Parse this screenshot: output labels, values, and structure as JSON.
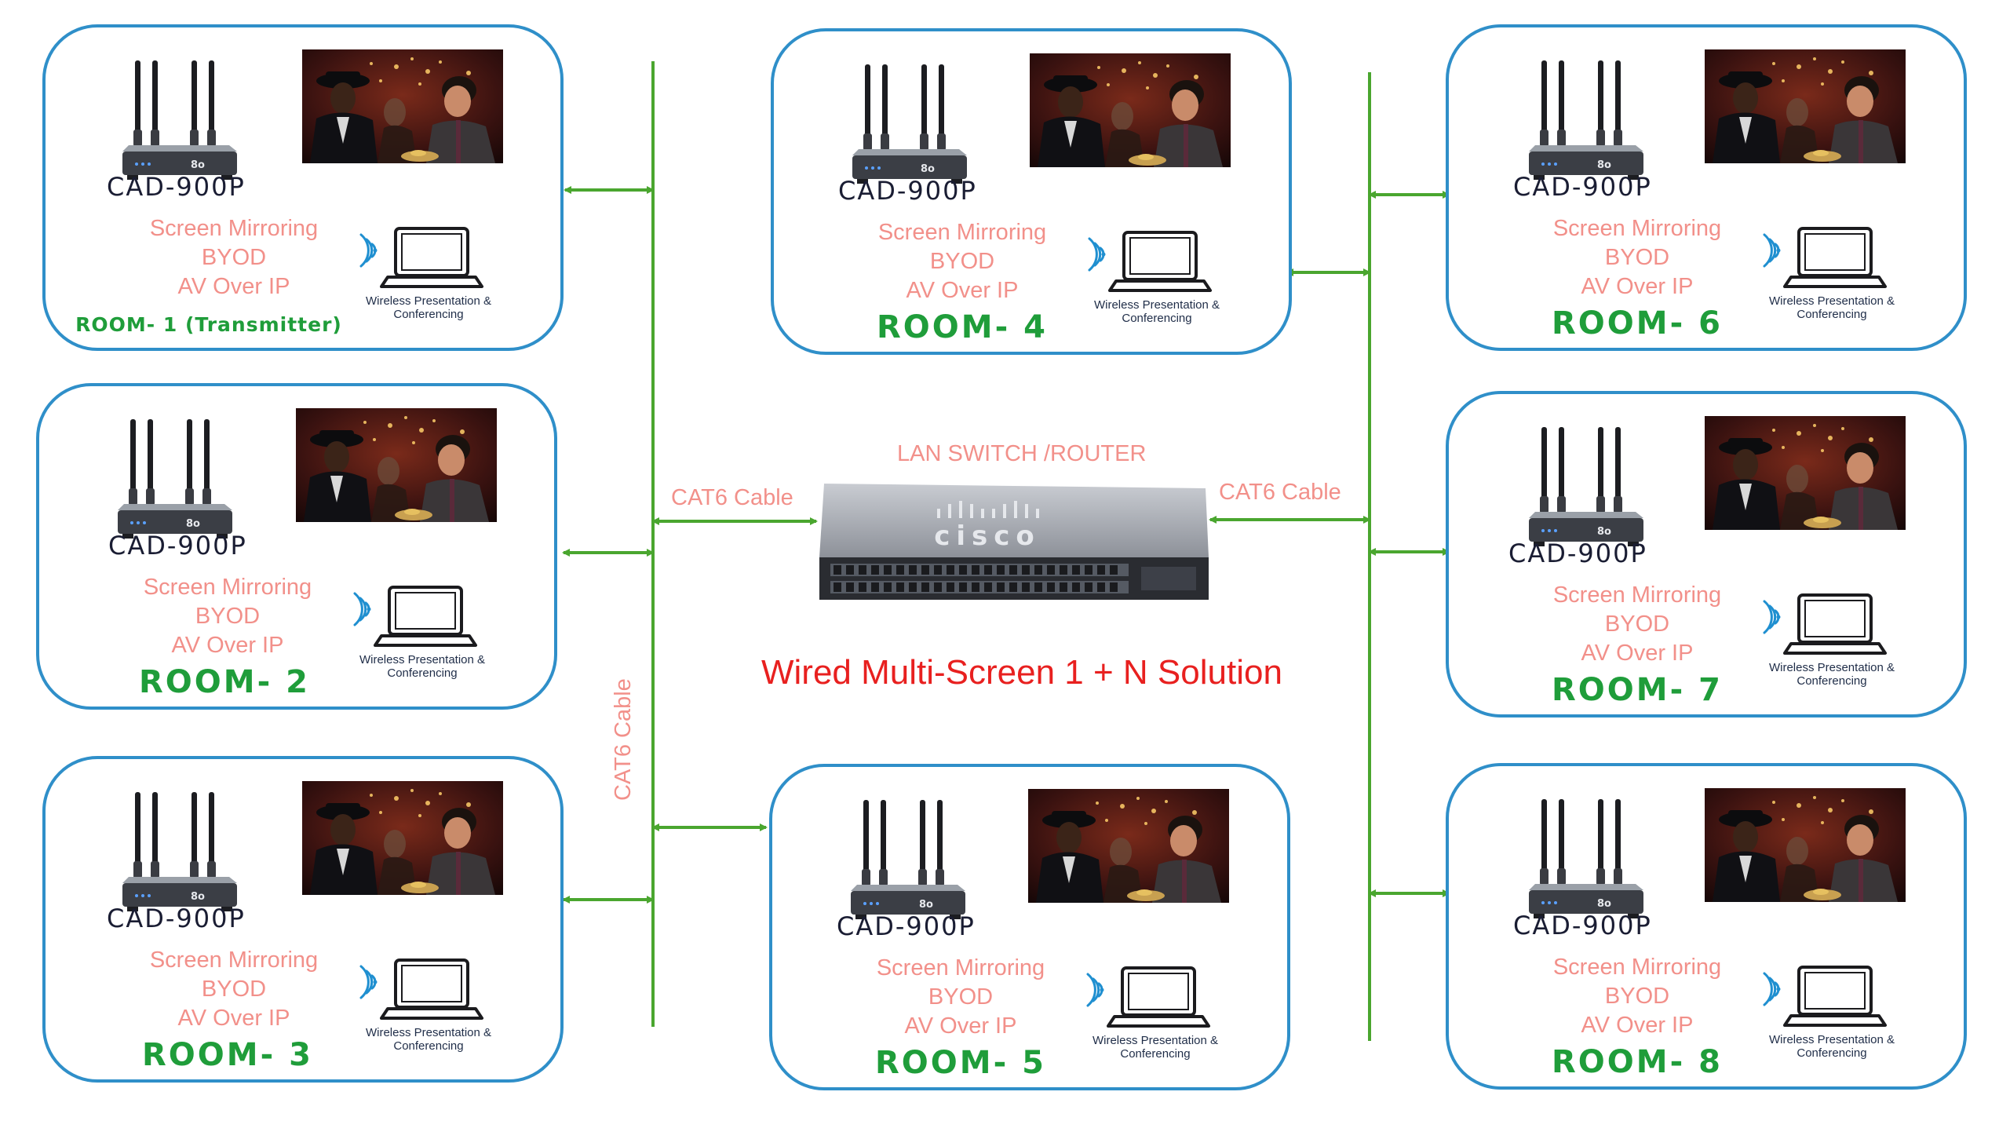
{
  "title": "Wired Multi-Screen 1 + N Solution",
  "switch_label": "LAN SWITCH /ROUTER",
  "switch_logo": "cisco",
  "cable_labels": {
    "left": "CAT6 Cable",
    "right": "CAT6 Cable",
    "vertical": "CAT6 Cable"
  },
  "colors": {
    "room_border": "#2f8fc9",
    "room_label": "#1f9d3a",
    "feature_text": "#f2908a",
    "cable_line": "#4aa62f",
    "title_text": "#e8201f"
  },
  "rooms": [
    {
      "model": "CAD-900P",
      "features": [
        "Screen Mirroring",
        "BYOD",
        "AV Over IP"
      ],
      "caption": [
        "Wireless Presentation &",
        "Conferencing"
      ],
      "label": "ROOM- 1 (Transmitter)"
    },
    {
      "model": "CAD-900P",
      "features": [
        "Screen Mirroring",
        "BYOD",
        "AV Over IP"
      ],
      "caption": [
        "Wireless Presentation &",
        "Conferencing"
      ],
      "label": "ROOM- 2"
    },
    {
      "model": "CAD-900P",
      "features": [
        "Screen Mirroring",
        "BYOD",
        "AV Over IP"
      ],
      "caption": [
        "Wireless Presentation &",
        "Conferencing"
      ],
      "label": "ROOM- 3"
    },
    {
      "model": "CAD-900P",
      "features": [
        "Screen Mirroring",
        "BYOD",
        "AV Over IP"
      ],
      "caption": [
        "Wireless Presentation &",
        "Conferencing"
      ],
      "label": "ROOM- 4"
    },
    {
      "model": "CAD-900P",
      "features": [
        "Screen Mirroring",
        "BYOD",
        "AV Over IP"
      ],
      "caption": [
        "Wireless Presentation &",
        "Conferencing"
      ],
      "label": "ROOM- 5"
    },
    {
      "model": "CAD-900P",
      "features": [
        "Screen Mirroring",
        "BYOD",
        "AV Over IP"
      ],
      "caption": [
        "Wireless Presentation &",
        "Conferencing"
      ],
      "label": "ROOM- 6"
    },
    {
      "model": "CAD-900P",
      "features": [
        "Screen Mirroring",
        "BYOD",
        "AV Over IP"
      ],
      "caption": [
        "Wireless Presentation &",
        "Conferencing"
      ],
      "label": "ROOM- 7"
    },
    {
      "model": "CAD-900P",
      "features": [
        "Screen Mirroring",
        "BYOD",
        "AV Over IP"
      ],
      "caption": [
        "Wireless Presentation &",
        "Conferencing"
      ],
      "label": "ROOM- 8"
    }
  ]
}
